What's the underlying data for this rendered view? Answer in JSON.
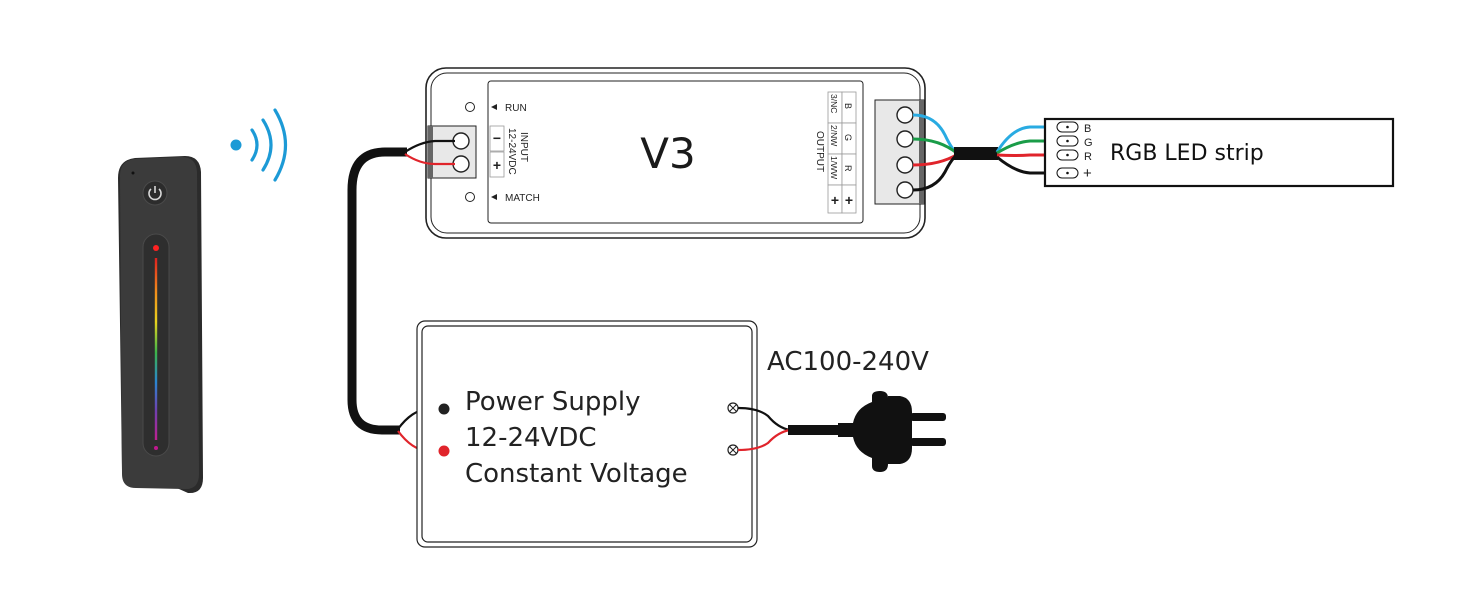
{
  "controller": {
    "model": "V3",
    "run_label": "RUN",
    "match_label": "MATCH",
    "input_title": "INPUT",
    "input_voltage": "12-24VDC",
    "input_minus": "−",
    "input_plus": "+",
    "output_title": "OUTPUT",
    "output_channels": [
      {
        "mode": "3/NC",
        "color": "B"
      },
      {
        "mode": "2/NW",
        "color": "G"
      },
      {
        "mode": "1/WW",
        "color": "R"
      }
    ],
    "output_plus_1": "+",
    "output_plus_2": "+"
  },
  "led_strip": {
    "title": "RGB LED strip",
    "pins": [
      "B",
      "G",
      "R",
      "+"
    ]
  },
  "power_supply": {
    "line1": "Power Supply",
    "line2": "12-24VDC",
    "line3": "Constant Voltage",
    "ac_label": "AC100-240V"
  },
  "wire_colors": {
    "blue": "#29abe2",
    "green": "#1a9c48",
    "red": "#e0242b",
    "black": "#111111"
  },
  "remote": {
    "body_color": "#3a3a3a",
    "power_icon": "power-icon",
    "signal_icon": "wireless-signal-icon"
  }
}
